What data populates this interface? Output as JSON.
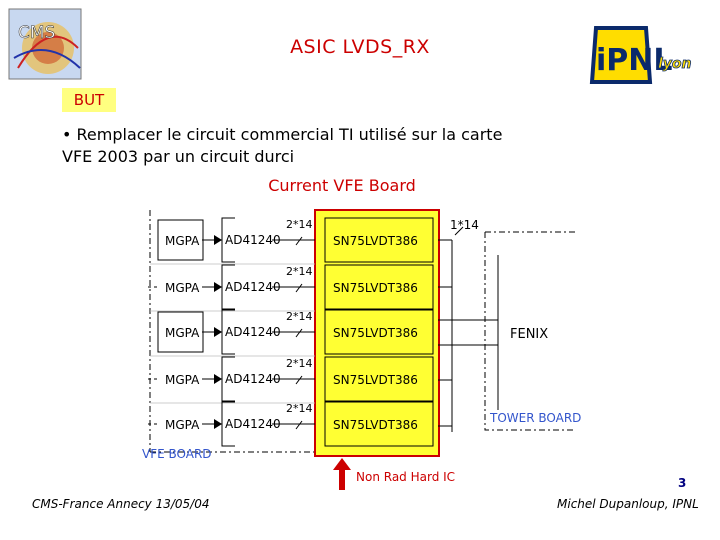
{
  "slide": {
    "title": "ASIC LVDS_RX",
    "section_label": "BUT",
    "bullet": "• Remplacer  le circuit commercial TI utilisé sur la carte VFE 2003 par un circuit durci",
    "page_number": "3",
    "footer_left": "CMS-France Annecy 13/05/04",
    "footer_right": "Michel Dupanloup, IPNL"
  },
  "logos": {
    "cms": {
      "text": "CMS"
    },
    "ipnl": {
      "text": "iPNL",
      "subtext": "lyon"
    }
  },
  "diagram": {
    "title": "Current VFE Board",
    "rows": [
      {
        "mgpa": "MGPA",
        "adc": "AD41240",
        "bus": "2*14",
        "receiver": "SN75LVDT386"
      },
      {
        "mgpa": "MGPA",
        "adc": "AD41240",
        "bus": "2*14",
        "receiver": "SN75LVDT386"
      },
      {
        "mgpa": "MGPA",
        "adc": "AD41240",
        "bus": "2*14",
        "receiver": "SN75LVDT386"
      },
      {
        "mgpa": "MGPA",
        "adc": "AD41240",
        "bus": "2*14",
        "receiver": "SN75LVDT386"
      },
      {
        "mgpa": "MGPA",
        "adc": "AD41240",
        "bus": "2*14",
        "receiver": "SN75LVDT386"
      }
    ],
    "output_bus": "1*14",
    "fenix_label": "FENIX",
    "tower_board_label": "TOWER BOARD",
    "vfe_board_label": "VFE BOARD",
    "arrow_label": "Non Rad Hard IC",
    "colors": {
      "highlight_fill": "#ffff33",
      "highlight_border": "#cc0000",
      "board_label": "#3355cc",
      "arrow": "#cc0000"
    }
  }
}
